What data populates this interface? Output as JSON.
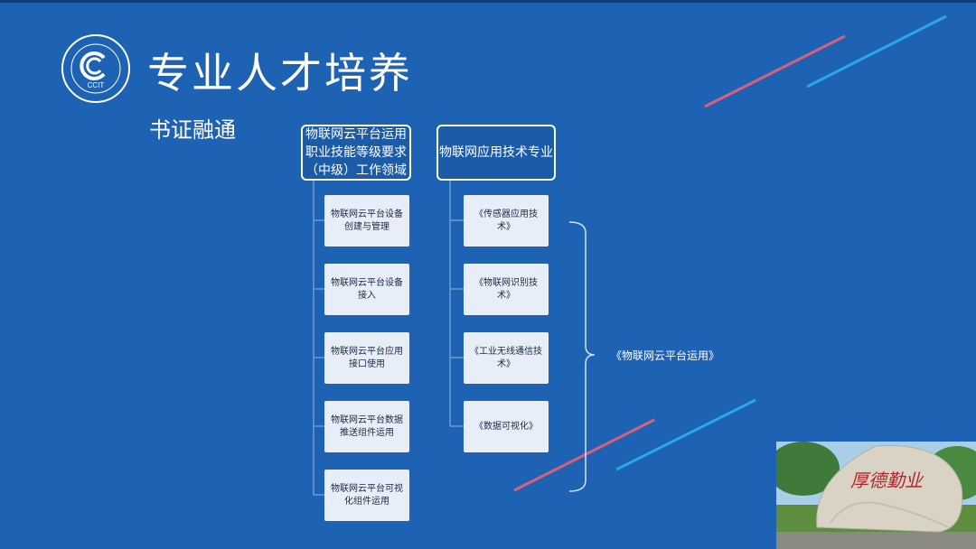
{
  "title": "专业人才培养",
  "subtitle": "书证融通",
  "logo": {
    "name": "cciit-logo",
    "text": "CCIT"
  },
  "left_column": {
    "header": "物联网云平台运用职业技能等级要求（中级）工作领域",
    "items": [
      "物联网云平台设备创建与管理",
      "物联网云平台设备接入",
      "物联网云平台应用接口使用",
      "物联网云平台数据推送组件运用",
      "物联网云平台可视化组件运用"
    ]
  },
  "right_column": {
    "header": "物联网应用技术专业",
    "items": [
      "《传感器应用技术》",
      "《物联网识别技术》",
      "《工业无线通信技术》",
      "《数据可视化》"
    ]
  },
  "bracket_label": "《物联网云平台运用》",
  "photo": {
    "rock_text": "厚德勤业"
  },
  "colors": {
    "background": "#1e62b3",
    "box": "#e8eef7",
    "pink": "#d9607a",
    "cyan": "#2aa7e8"
  }
}
